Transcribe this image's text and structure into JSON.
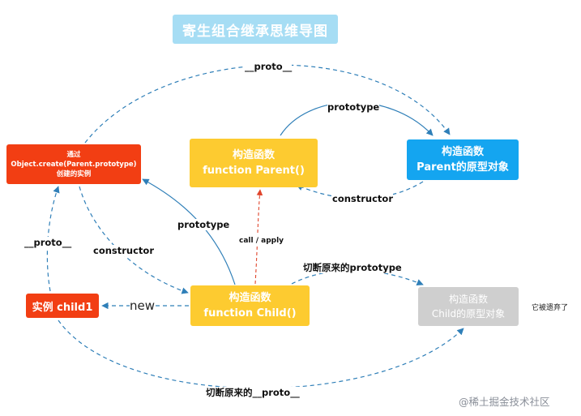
{
  "title": "寄生组合继承思维导图",
  "colors": {
    "title_bg": "#a6ddf4",
    "object_create": "#f23e13",
    "constructor_yellow": "#fdcb30",
    "parent_prototype": "#14a5f0",
    "instance": "#f23e13",
    "child_prototype": "#cfcfcf",
    "edge_blue": "#2f7fb8",
    "edge_red": "#e0452c"
  },
  "nodes": {
    "object_create": [
      "通过",
      "Object.create(Parent.prototype)",
      "创建的实例"
    ],
    "parent_constructor": [
      "构造函数",
      "function Parent()"
    ],
    "parent_prototype": [
      "构造函数",
      "Parent的原型对象"
    ],
    "child_constructor": [
      "构造函数",
      "function Child()"
    ],
    "instance": "实例 child1",
    "child_prototype": [
      "构造函数",
      "Child的原型对象"
    ]
  },
  "edge_labels": {
    "proto_top": "__proto__",
    "prototype_top": "prototype",
    "constructor_parent": "constructor",
    "proto_left": "__proto__",
    "prototype_mid": "prototype",
    "constructor_left": "constructor",
    "call_apply": "call / apply",
    "cut_prototype": "切断原来的prototype",
    "new": "new",
    "cut_proto": "切断原来的__proto__",
    "abandoned": "它被遗弃了"
  },
  "watermark": "@稀土掘金技术社区"
}
